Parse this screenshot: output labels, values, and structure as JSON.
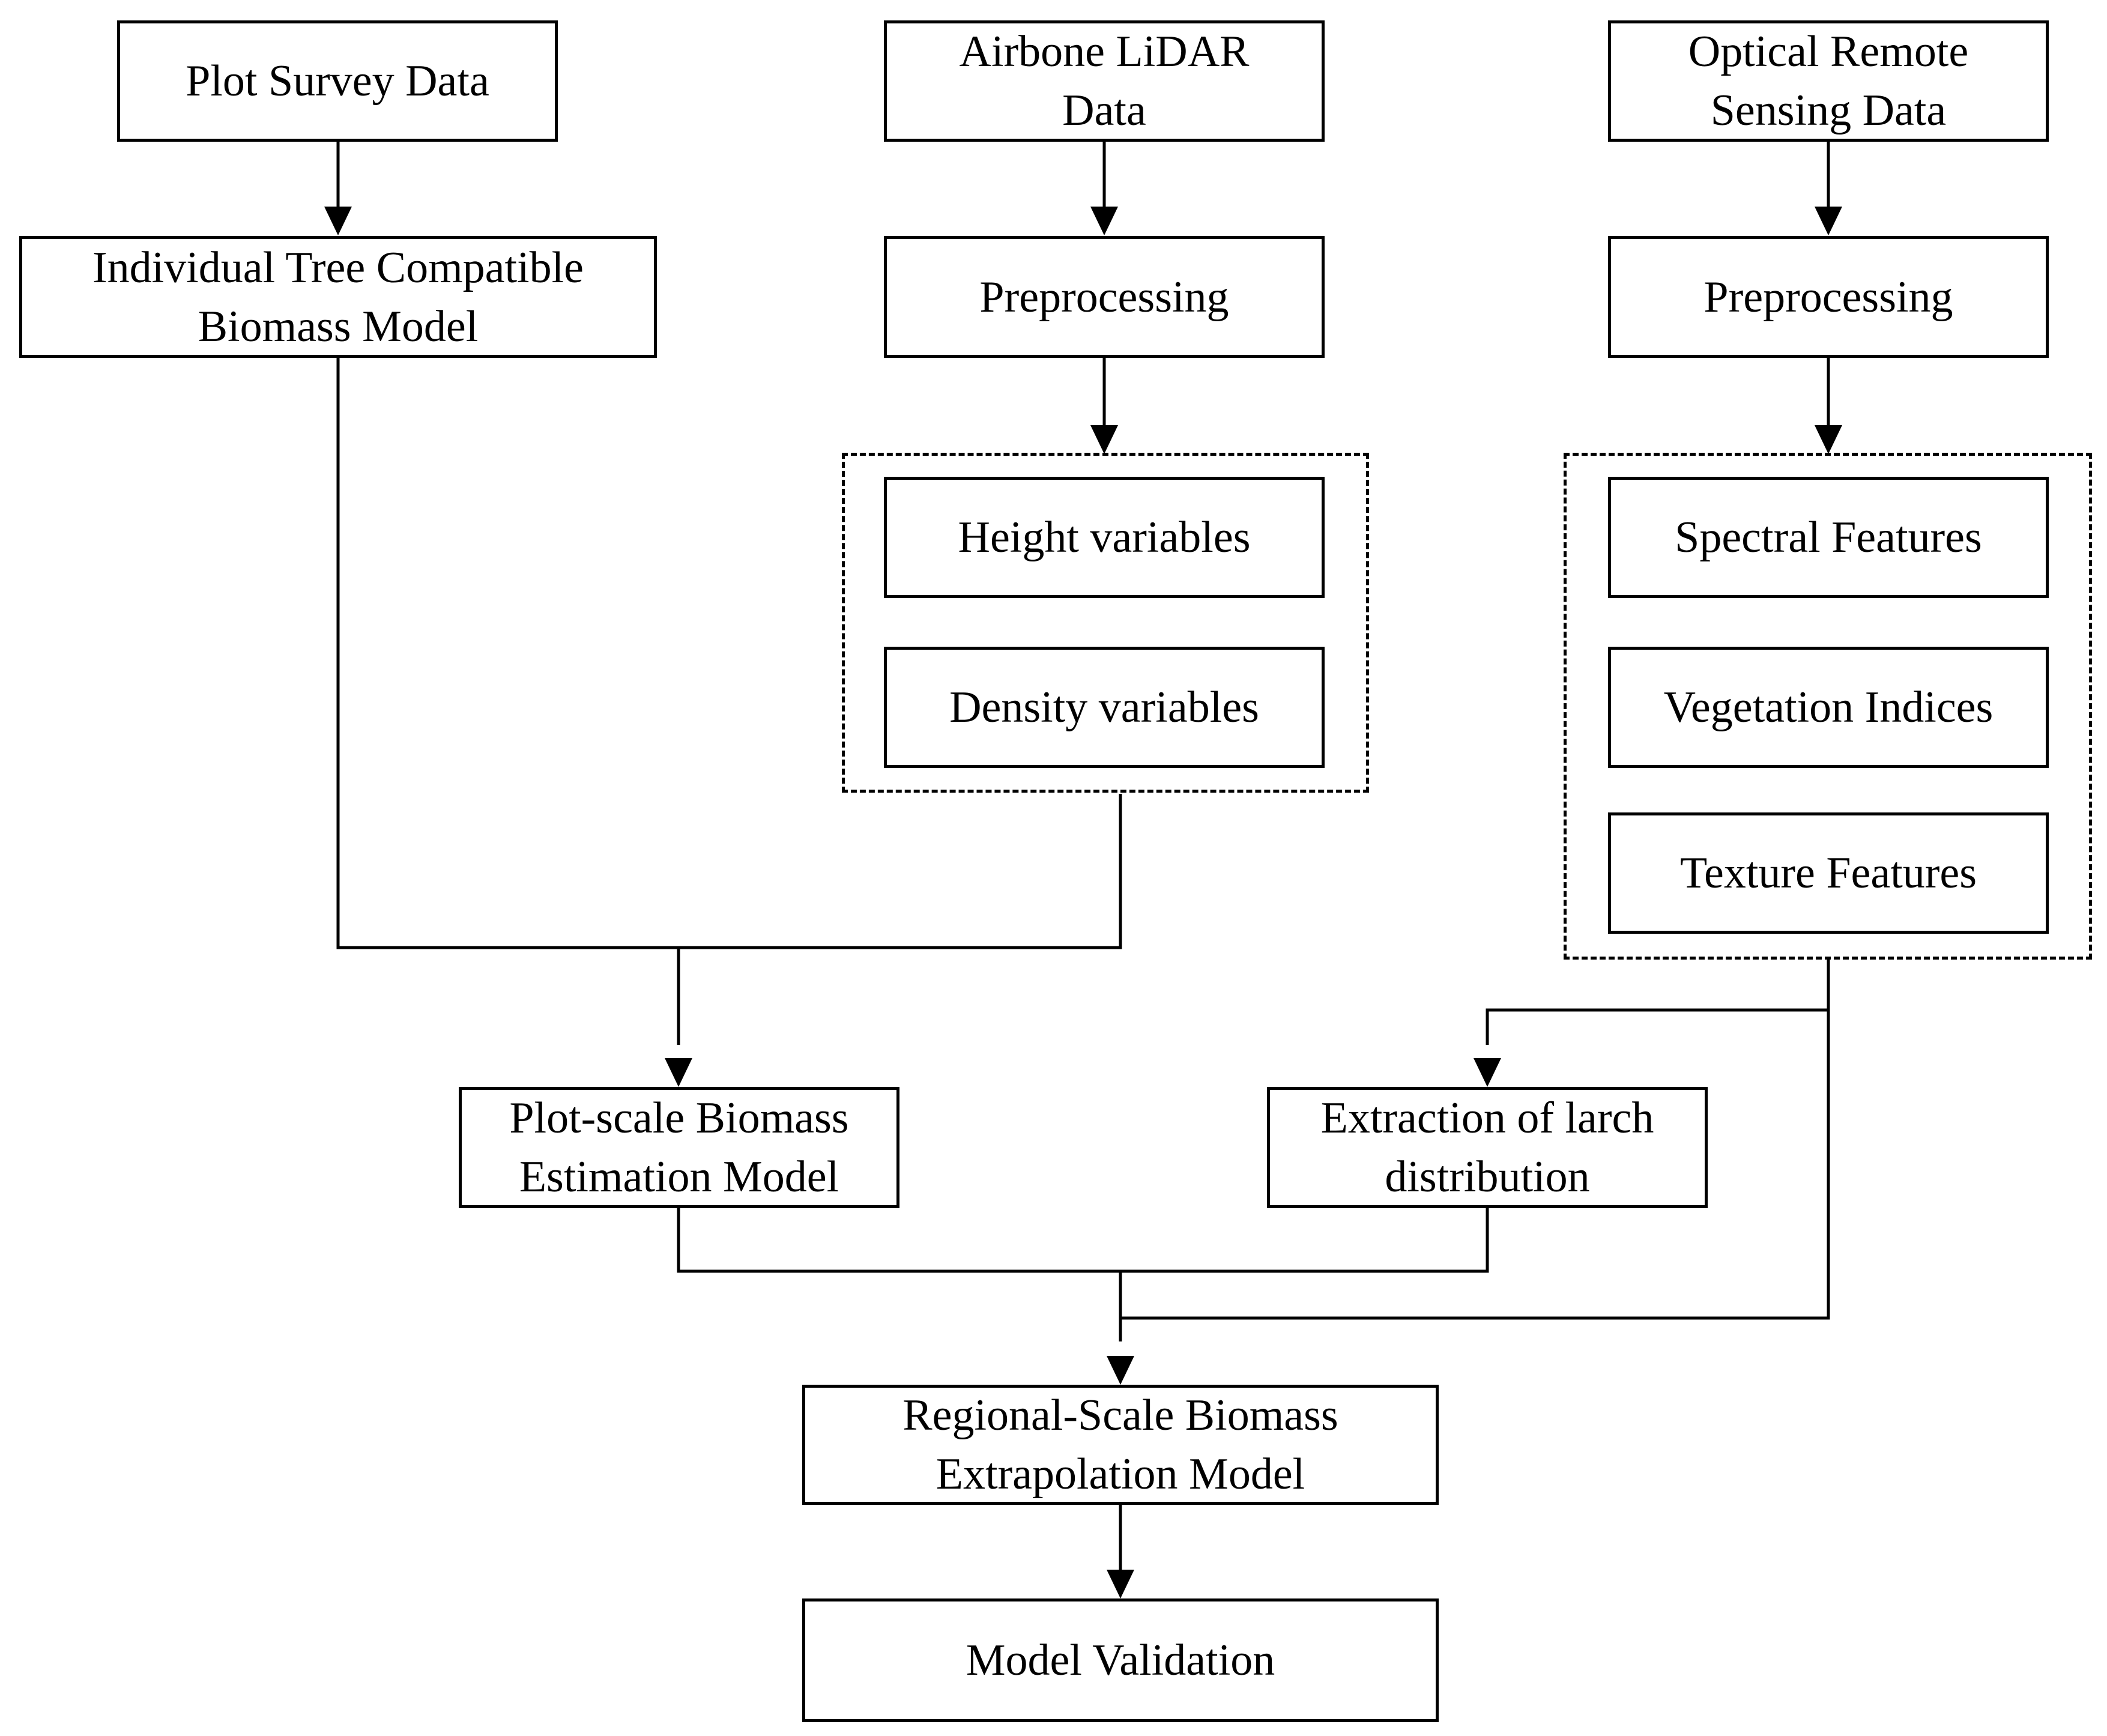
{
  "nodes": {
    "plot_survey": [
      "Plot Survey Data"
    ],
    "individual_tree": [
      "Individual Tree Compatible",
      "Biomass Model"
    ],
    "lidar_data": [
      "Airbone LiDAR",
      "Data"
    ],
    "lidar_preprocessing": [
      "Preprocessing"
    ],
    "height_variables": [
      "Height variables"
    ],
    "density_variables": [
      "Density variables"
    ],
    "optical_data": [
      "Optical Remote",
      "Sensing Data"
    ],
    "optical_preprocessing": [
      "Preprocessing"
    ],
    "spectral_features": [
      "Spectral Features"
    ],
    "vegetation_indices": [
      "Vegetation Indices"
    ],
    "texture_features": [
      "Texture Features"
    ],
    "plot_scale_model": [
      "Plot-scale Biomass",
      "Estimation Model"
    ],
    "larch_distribution": [
      "Extraction of larch",
      "distribution"
    ],
    "regional_model": [
      "Regional-Scale Biomass",
      "Extrapolation Model"
    ],
    "model_validation": [
      "Model Validation"
    ]
  },
  "colors": {
    "stroke": "#000000",
    "fill": "#ffffff"
  }
}
